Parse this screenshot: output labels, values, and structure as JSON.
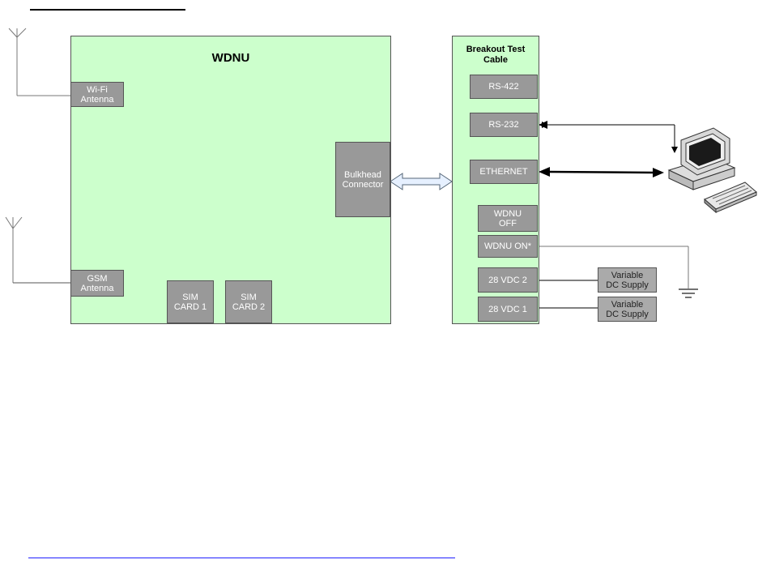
{
  "wdnu": {
    "title": "WDNU",
    "wifi_antenna": "Wi-Fi\nAntenna",
    "gsm_antenna": "GSM\nAntenna",
    "sim_card_1": "SIM\nCARD 1",
    "sim_card_2": "SIM\nCARD 2",
    "bulkhead_connector": "Bulkhead\nConnector"
  },
  "breakout": {
    "title": "Breakout Test\nCable",
    "ports": [
      "RS-422",
      "RS-232",
      "ETHERNET",
      "WDNU\nOFF",
      "WDNU ON*",
      "28 VDC 2",
      "28 VDC 1"
    ]
  },
  "supplies": [
    "Variable\nDC Supply",
    "Variable\nDC Supply"
  ],
  "colors": {
    "panel_fill": "#ccffcc",
    "box_fill": "#999999",
    "border": "#555555",
    "link": "#1f1fff"
  },
  "icons": [
    "antenna-icon",
    "antenna-icon",
    "computer-icon",
    "ground-icon"
  ]
}
